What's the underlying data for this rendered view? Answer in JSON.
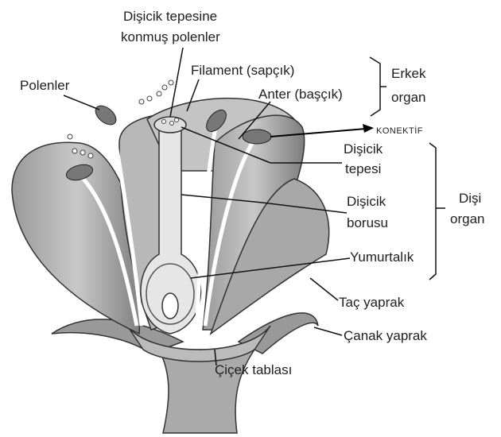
{
  "labels": {
    "stigma_pollen_line1": "Dişicik tepesine",
    "stigma_pollen_line2": "konmuş polenler",
    "pollen": "Polenler",
    "filament": "Filament (sapçık)",
    "anther": "Anter (başçık)",
    "male_line1": "Erkek",
    "male_line2": "organ",
    "connective": "KONEKTİF",
    "stigma_line1": "Dişicik",
    "stigma_line2": "tepesi",
    "style_line1": "Dişicik",
    "style_line2": "borusu",
    "ovary": "Yumurtalık",
    "female_line1": "Dişi",
    "female_line2": "organ",
    "petal": "Taç yaprak",
    "sepal": "Çanak yaprak",
    "receptacle": "Çiçek tablası"
  }
}
